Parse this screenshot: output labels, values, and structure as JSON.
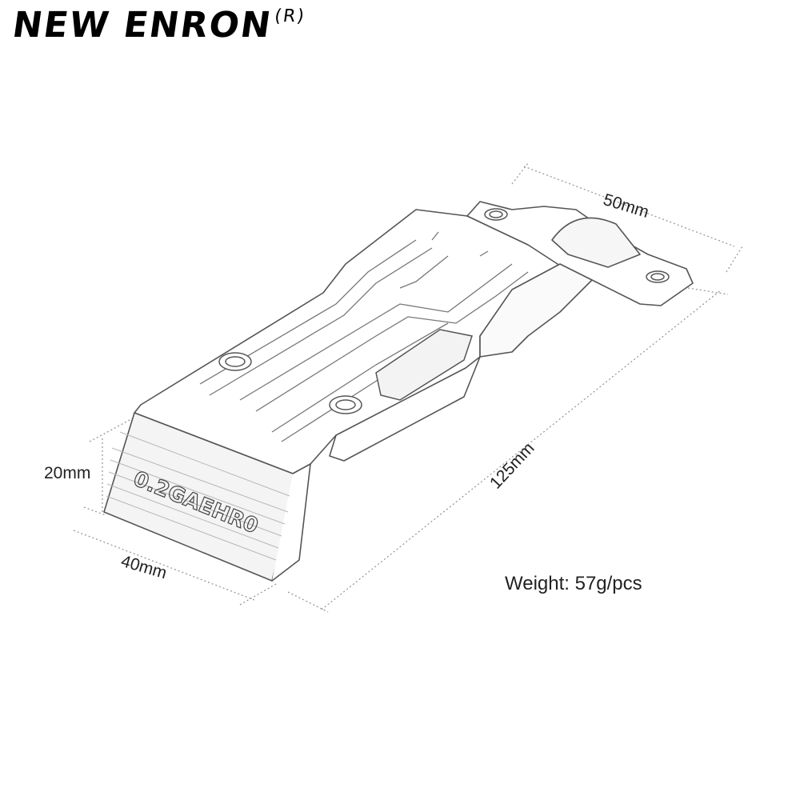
{
  "brand": {
    "name": "NEW ENRON",
    "registered_mark": "R"
  },
  "dimensions": {
    "width_top": "50mm",
    "length": "125mm",
    "height": "20mm",
    "width_front": "40mm"
  },
  "weight": "Weight: 57g/pcs",
  "part": {
    "engraving": "0.2GAEHR0",
    "colors": {
      "outline": "#555555",
      "dim_line": "#9a9a9a"
    }
  }
}
